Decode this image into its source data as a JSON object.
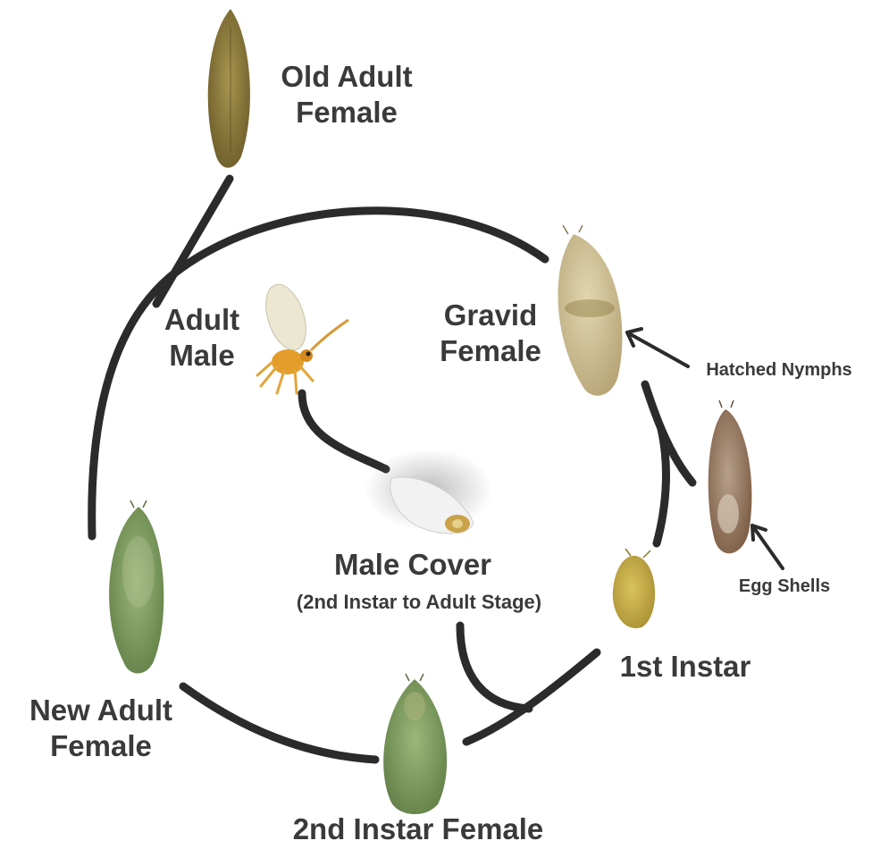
{
  "labels": {
    "old_adult_female": [
      "Old Adult",
      "Female"
    ],
    "gravid_female": [
      "Gravid",
      "Female"
    ],
    "hatched_nymphs": "Hatched Nymphs",
    "egg_shells": "Egg Shells",
    "adult_male": [
      "Adult",
      "Male"
    ],
    "male_cover": "Male Cover",
    "male_cover_sub": "(2nd Instar to Adult Stage)",
    "first_instar": "1st Instar",
    "new_adult_female": [
      "New Adult",
      "Female"
    ],
    "second_instar_female": "2nd Instar Female"
  },
  "colors": {
    "line": "#2b2b2b",
    "text": "#3a3a3a",
    "olive": "#8a7a3a",
    "tan": "#c9b98a",
    "brown": "#8c6e4e",
    "yellow": "#c9b24a",
    "green": "#7c9a5c",
    "orange": "#e0a030",
    "white_cover": "#eeeeee"
  },
  "icons": [
    "old-adult-female-icon",
    "gravid-female-icon",
    "egg-shell-female-icon",
    "adult-male-icon",
    "male-cover-icon",
    "first-instar-icon",
    "new-adult-female-icon",
    "second-instar-female-icon"
  ]
}
